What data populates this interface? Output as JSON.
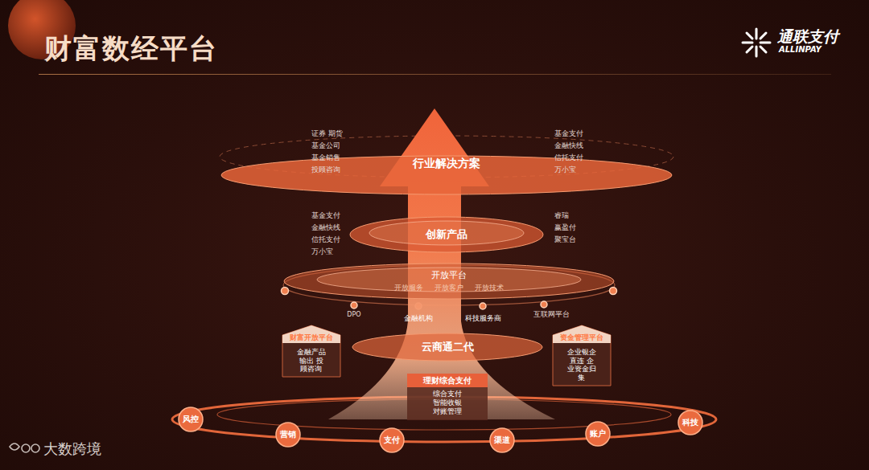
{
  "diagram": {
    "title": "财富数经平台",
    "nodes": [
      {
        "text": [
          "行业解决方案"
        ]
      },
      {
        "text": [
          "创新产品"
        ]
      },
      {
        "text": [
          "开放平台",
          "开放服务",
          "开放客户",
          "开放技术"
        ]
      },
      {
        "text": [
          "财富开放平台",
          "金融产品输出 投顾咨询"
        ]
      },
      {
        "text": [
          "云商通二代"
        ]
      },
      {
        "text": [
          "资金管理平台",
          "企业银企直连 企业资金归集"
        ]
      },
      {
        "text": [
          "理财综合支付",
          "综合支付 智能收银 对账管理"
        ]
      },
      {
        "text": [
          "风控"
        ]
      },
      {
        "text": [
          "营销"
        ]
      },
      {
        "text": [
          "支付"
        ]
      },
      {
        "text": [
          "渠道"
        ]
      },
      {
        "text": [
          "账户"
        ]
      },
      {
        "text": [
          "科技"
        ]
      }
    ],
    "labels": [
      "证券 期货",
      "基金公司",
      "基金销售",
      "投顾咨询",
      "基金支付",
      "金融快线",
      "信托支付",
      "万小宝",
      "基金支付",
      "金融快线",
      "信托支付",
      "万小宝",
      "睿瑞",
      "赢盈付",
      "聚宝台",
      "DPO",
      "金融机构",
      "科技服务商",
      "互联网平台",
      "通联支付",
      "ALLINPAY",
      "大数跨境"
    ]
  }
}
